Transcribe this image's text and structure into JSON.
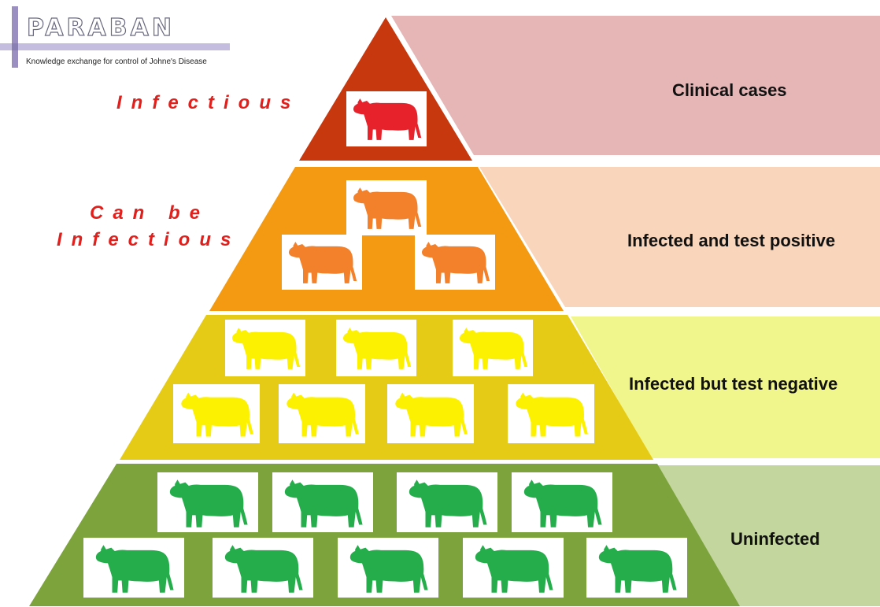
{
  "logo": {
    "word": "PARABAN",
    "tagline": "Knowledge exchange for control of Johne's Disease"
  },
  "left_labels": {
    "tier1": "Infectious",
    "tier2_line1": "Can be",
    "tier2_line2": "Infectious"
  },
  "tiers": [
    {
      "label": "Clinical cases",
      "cow_count": 1,
      "tier_color": "#c8380f",
      "band_color": "#e6b6b6",
      "cow_color": "#e8222a"
    },
    {
      "label": "Infected and test positive",
      "cow_count": 3,
      "tier_color": "#f39a12",
      "band_color": "#f8d5bb",
      "cow_color": "#f3812b"
    },
    {
      "label": "Infected but test negative",
      "cow_count": 7,
      "tier_color": "#e5cb15",
      "band_color": "#f1f68c",
      "cow_color": "#fdf102"
    },
    {
      "label": "Uninfected",
      "cow_count": 9,
      "tier_color": "#7da33d",
      "band_color": "#c3d69d",
      "cow_color": "#25ad4c"
    }
  ]
}
